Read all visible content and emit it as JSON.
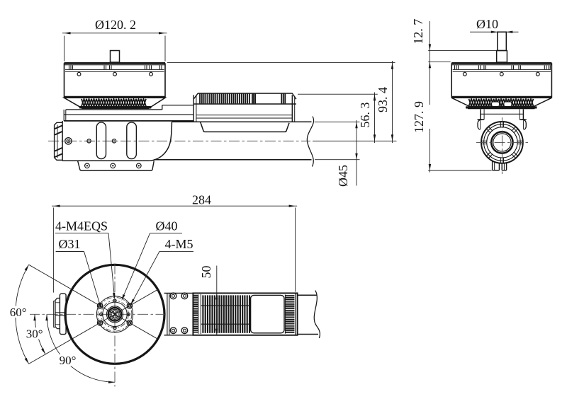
{
  "drawing": {
    "type": "engineering-drawing",
    "subject": "drone motor arm assembly (motor, ESC heatsink, tube clamp)",
    "background_color": "#ffffff",
    "line_color": "#161616",
    "views": [
      {
        "id": "side-view",
        "description": "side elevation of motor on arm with ESC and tube"
      },
      {
        "id": "front-view",
        "description": "front elevation of motor with tube clamp"
      },
      {
        "id": "bottom-view",
        "description": "plan view of motor circle, ESC heatsink and tube"
      }
    ],
    "dimensions": {
      "motor_diameter": "Ø120. 2",
      "overall_height": "93. 4",
      "esc_top_height": "56. 3",
      "tube_diameter": "Ø45",
      "shaft_diameter": "Ø10",
      "shaft_protrusion": "12. 7",
      "total_height": "127. 9",
      "arm_length": "284",
      "esc_width": "50",
      "mount_holes_m4": "4-M4EQS",
      "bolt_circle_31": "Ø31",
      "bolt_circle_40": "Ø40",
      "mount_holes_m5": "4-M5",
      "angle_60": "60°",
      "angle_30": "30°",
      "angle_90": "90°"
    }
  }
}
